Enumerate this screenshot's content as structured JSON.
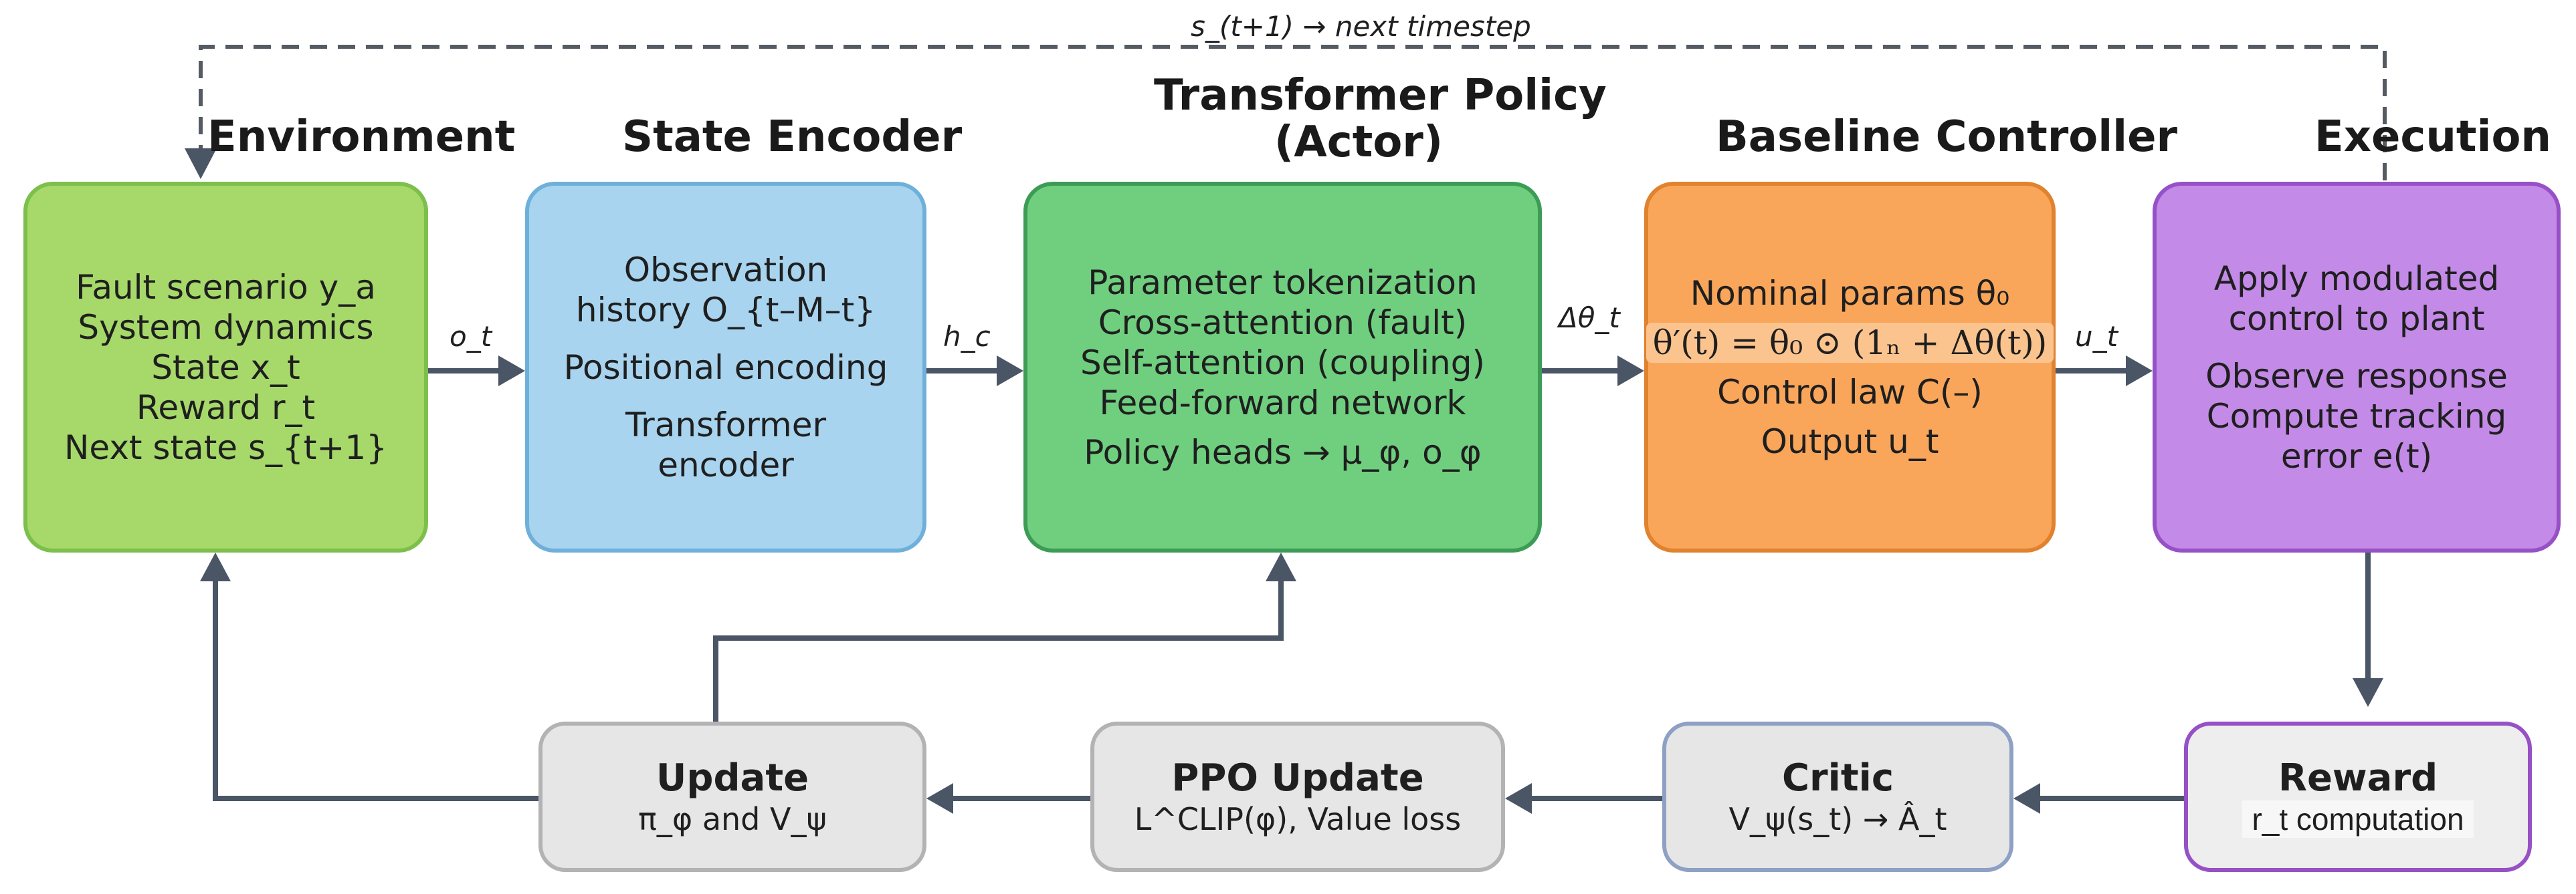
{
  "feedback_label": "s_(t+1) → next timestep",
  "headings": {
    "environment": "Environment",
    "encoder": "State Encoder",
    "actor_line1": "Transformer Policy",
    "actor_line2": "(Actor)",
    "baseline": "Baseline Controller",
    "execution": "Execution"
  },
  "environment": {
    "lines": [
      "Fault scenario y_a",
      "System dynamics",
      "State x_t",
      "Reward r_t",
      "Next state s_{t+1}"
    ]
  },
  "encoder": {
    "lines": [
      "Observation",
      "history O_{t–M–t}",
      "Positional encoding",
      "Transformer",
      "encoder"
    ]
  },
  "actor": {
    "lines": [
      "Parameter tokenization",
      "Cross-attention (fault)",
      "Self-attention (coupling)",
      "Feed-forward network",
      "Policy heads → μ_φ, o_φ"
    ]
  },
  "baseline": {
    "lines": [
      "Nominal params θ₀",
      "θ′(t) = θ₀ ⊙ (1ₙ + Δθ(t))",
      "Control law C(–)",
      "Output u_t"
    ]
  },
  "execution": {
    "lines": [
      "Apply modulated",
      "control to plant",
      "Observe response",
      "Compute tracking",
      "error e(t)"
    ]
  },
  "edge_labels": {
    "o_t": "o_t",
    "h_c": "h_c",
    "delta_theta": "Δθ_t",
    "u_t": "u_t"
  },
  "bottom": {
    "update": {
      "title": "Update",
      "sub": "π_φ and V_ψ"
    },
    "ppo": {
      "title": "PPO Update",
      "sub": "L^CLIP(φ), Value loss"
    },
    "critic": {
      "title": "Critic",
      "sub": "V_ψ(s_t) → Â_t"
    },
    "reward": {
      "title": "Reward",
      "sub": "r_t computation"
    }
  },
  "colors": {
    "environment": "#a6d96a",
    "encoder": "#a8d4ef",
    "actor": "#6fcf7f",
    "baseline": "#f9a65a",
    "execution": "#c48ae8",
    "bottom_box": "#e6e6e6",
    "arrow": "#4a5566"
  }
}
